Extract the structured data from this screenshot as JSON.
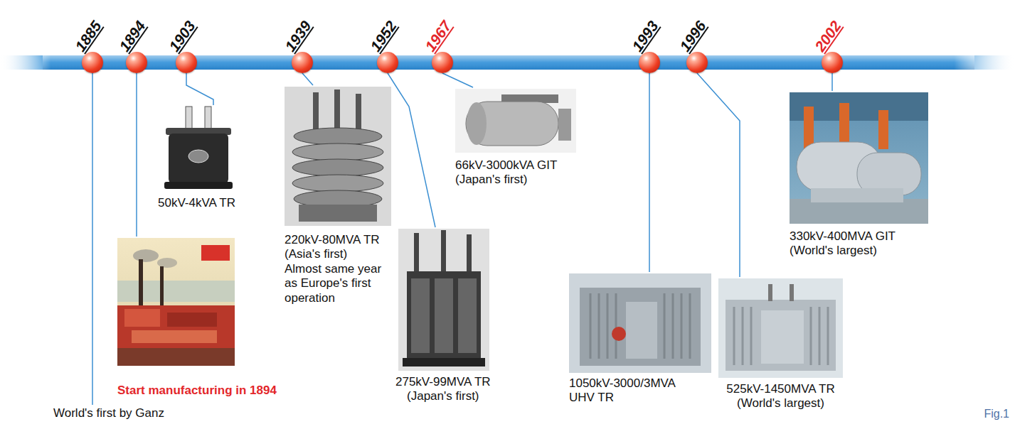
{
  "diagram": {
    "nodes": [
      {
        "text": [
          "1885"
        ]
      },
      {
        "text": [
          "1894"
        ]
      },
      {
        "text": [
          "1903"
        ]
      },
      {
        "text": [
          "1939"
        ]
      },
      {
        "text": [
          "1952"
        ]
      },
      {
        "text": [
          "1967"
        ]
      },
      {
        "text": [
          "1993"
        ]
      },
      {
        "text": [
          "1996"
        ]
      },
      {
        "text": [
          "2002"
        ]
      },
      {
        "text": [
          "World's first by Ganz"
        ]
      },
      {
        "text": [
          "Start manufacturing in 1894"
        ]
      },
      {
        "text": [
          "50kV-4kVA TR"
        ]
      },
      {
        "text": [
          "220kV-80MVA TR",
          "(Asia's first)",
          "Almost same year as Europe's first operation"
        ]
      },
      {
        "text": [
          "275kV-99MVA TR",
          "(Japan's first)"
        ]
      },
      {
        "text": [
          "66kV-3000kVA GIT",
          "(Japan's first)"
        ]
      },
      {
        "text": [
          "1050kV-3000/3MVA",
          "UHV TR"
        ]
      },
      {
        "text": [
          "525kV-1450MVA TR",
          "(World's largest)"
        ]
      },
      {
        "text": [
          "330kV-400MVA GIT",
          "(World's largest)"
        ]
      }
    ],
    "edges": [
      {
        "from": 0,
        "to": 9,
        "arrow": "none"
      },
      {
        "from": 1,
        "to": 10,
        "arrow": "none"
      },
      {
        "from": 2,
        "to": 11,
        "arrow": "none"
      },
      {
        "from": 3,
        "to": 12,
        "arrow": "none"
      },
      {
        "from": 4,
        "to": 13,
        "arrow": "none"
      },
      {
        "from": 5,
        "to": 14,
        "arrow": "none"
      },
      {
        "from": 6,
        "to": 15,
        "arrow": "none"
      },
      {
        "from": 7,
        "to": 16,
        "arrow": "none"
      },
      {
        "from": 8,
        "to": 17,
        "arrow": "none"
      }
    ],
    "labels": [
      "Fig.1"
    ]
  }
}
